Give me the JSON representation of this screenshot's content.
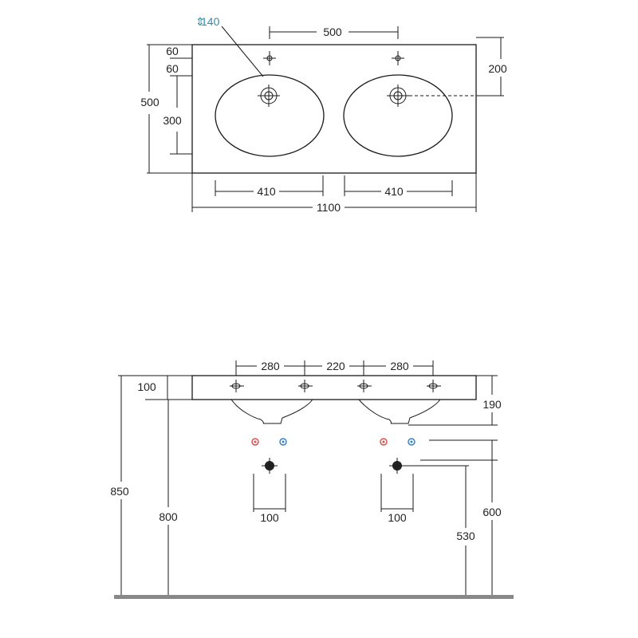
{
  "plan_view": {
    "top_500": "500",
    "faucet_140": "140",
    "left_60a": "60",
    "left_60b": "60",
    "left_500": "500",
    "left_300": "300",
    "right_200": "200",
    "bottom_410a": "410",
    "bottom_410b": "410",
    "bottom_1100": "1100"
  },
  "elevation_view": {
    "top_280a": "280",
    "top_220": "220",
    "top_280b": "280",
    "left_100": "100",
    "right_190": "190",
    "left_850": "850",
    "left_800": "800",
    "trap_100a": "100",
    "trap_100b": "100",
    "right_600": "600",
    "right_530": "530"
  },
  "colors": {
    "hot_tap": "#d9534f",
    "cold_tap": "#3a82c4",
    "floor": "#888888",
    "blue_label": "#2a8fb0"
  }
}
